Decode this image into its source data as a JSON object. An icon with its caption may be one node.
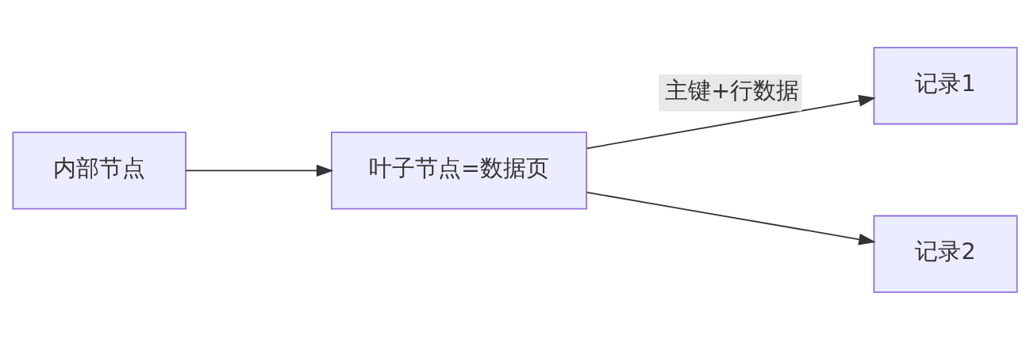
{
  "diagram": {
    "nodes": [
      {
        "text": [
          "内部节点"
        ]
      },
      {
        "text": [
          "叶子节点=数据页"
        ]
      },
      {
        "text": [
          "记录1"
        ]
      },
      {
        "text": [
          "记录2"
        ]
      }
    ],
    "edges": [
      {
        "from": 0,
        "to": 1,
        "arrow": "to"
      },
      {
        "from": 1,
        "to": 2,
        "arrow": "to",
        "label": "主键+行数据"
      },
      {
        "from": 1,
        "to": 3,
        "arrow": "to"
      }
    ]
  }
}
